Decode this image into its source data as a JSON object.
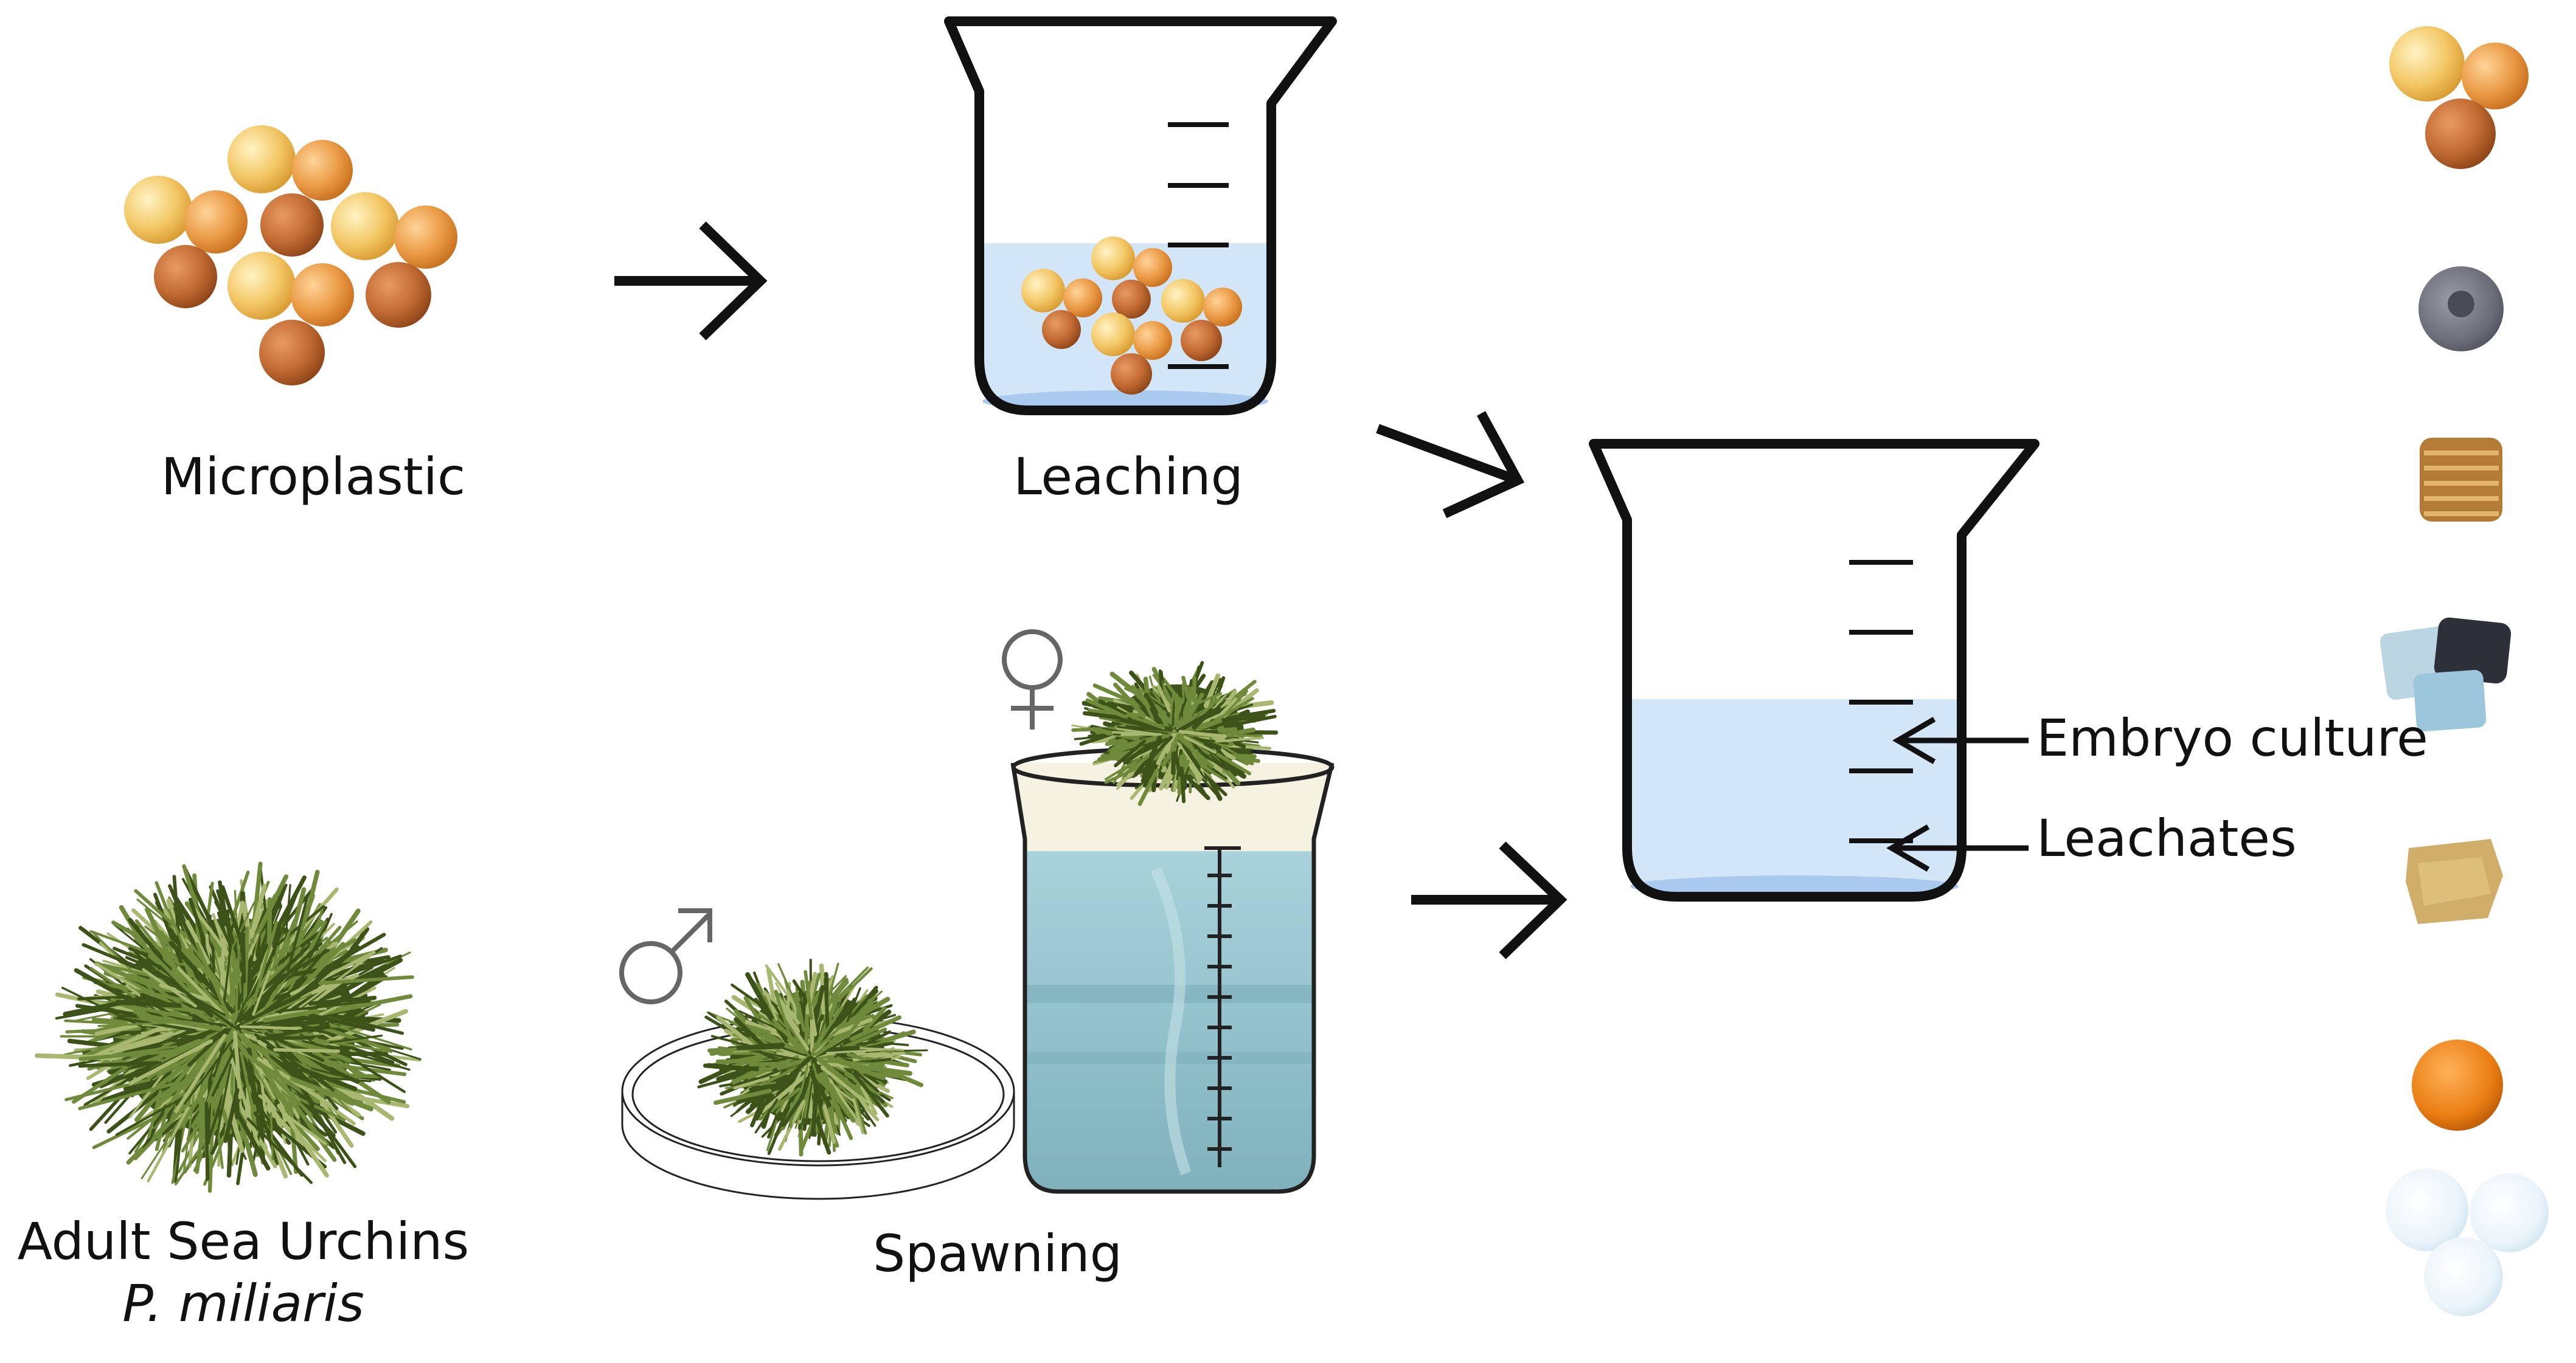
{
  "labels": {
    "microplastic": "Microplastic",
    "leaching": "Leaching",
    "spawning": "Spawning",
    "adult": "Adult Sea Urchins",
    "species": "P. miliaris",
    "embryo_culture": "Embryo culture",
    "leachates": "Leachates"
  },
  "symbols": {
    "female": "♀",
    "male": "♂"
  },
  "colors": {
    "water": "#d3e6f8",
    "spawn_water": "#9fc9d1",
    "spawn_water_dark": "#7fb1bc",
    "urchin_dark": "#3c5218",
    "urchin_mid": "#6f8a3a",
    "urchin_light": "#a8b870",
    "pellet_yellow": "#f3c765",
    "pellet_orange": "#ea9a44",
    "pellet_brown": "#c26b33",
    "outline": "#111111"
  },
  "icons": [
    "yellow-orange-pellets-icon",
    "gray-ring-pellet-icon",
    "ridged-tan-pellet-icon",
    "blue-dark-foam-pieces-icon",
    "tan-flake-icon",
    "orange-bead-icon",
    "white-beads-icon"
  ]
}
